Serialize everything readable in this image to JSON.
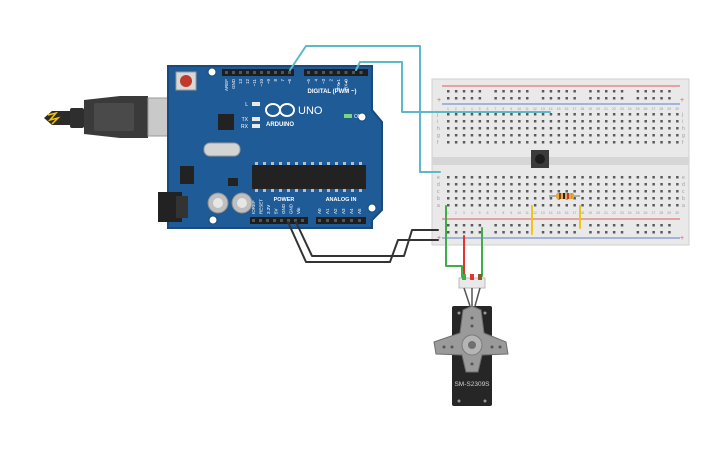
{
  "arduino": {
    "brand": "ARDUINO",
    "model": "UNO",
    "digital_header": "DIGITAL (PWM ~)",
    "power_header": "POWER",
    "analog_header": "ANALOG IN",
    "on_label": "ON",
    "led_labels": [
      "L",
      "TX",
      "RX"
    ],
    "digital_pins": [
      "AREF",
      "GND",
      "13",
      "12",
      "~11",
      "~10",
      "~9",
      "8",
      "7",
      "~6",
      "~5",
      "4",
      "~3",
      "2",
      "TX▸1",
      "RX◂0"
    ],
    "power_pins": [
      "IOREF",
      "RESET",
      "3.3V",
      "5V",
      "GND",
      "GND",
      "Vin"
    ],
    "analog_pins": [
      "A0",
      "A1",
      "A2",
      "A3",
      "A4",
      "A5"
    ]
  },
  "servo": {
    "label": "SM-S2309S"
  },
  "breadboard": {
    "row_letters_top": [
      "j",
      "i",
      "h",
      "g",
      "f"
    ],
    "row_letters_bottom": [
      "e",
      "d",
      "c",
      "b",
      "a"
    ],
    "plus": "+",
    "minus": "−"
  },
  "colors": {
    "board": "#1f5b96",
    "board_edge": "#184a7c",
    "wire_dark": "#333333",
    "wire_teal": "#5fb8c6",
    "wire_green": "#3fae49",
    "wire_red": "#e8322b",
    "wire_yellow": "#f0c419",
    "rail_red": "#e05a5a",
    "rail_blue": "#5a7fd0"
  }
}
